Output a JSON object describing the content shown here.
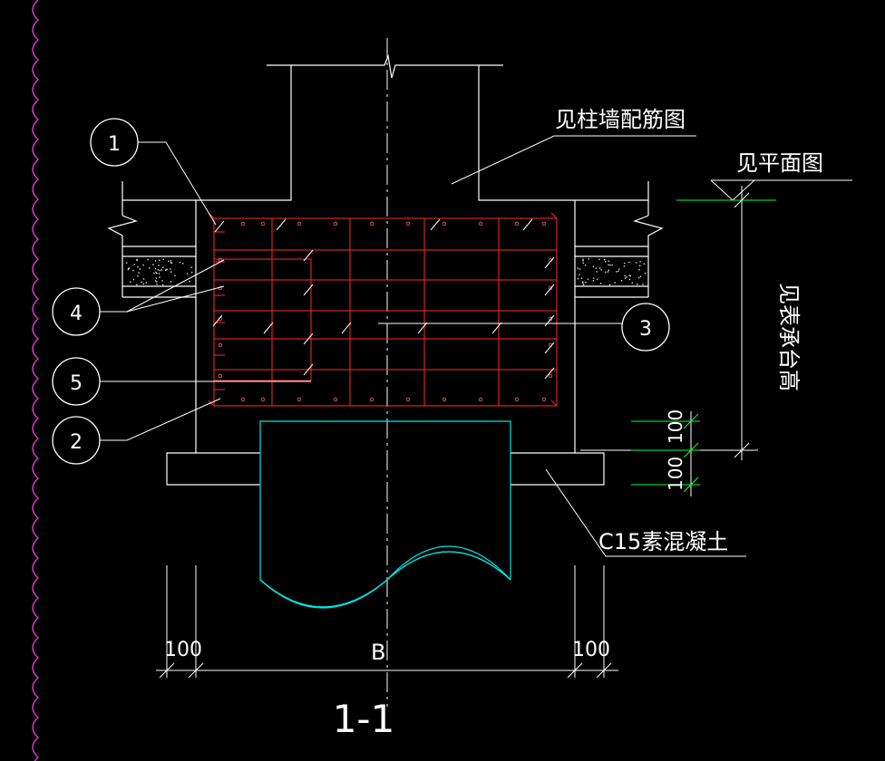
{
  "labels": {
    "column_wall_ref": "见柱墙配筋图",
    "plan_ref": "见平面图",
    "cap_height_ref": "见表承台高",
    "concrete": "C15素混凝土",
    "width": "B",
    "section": "1-1"
  },
  "callouts": [
    "1",
    "4",
    "5",
    "2",
    "3"
  ],
  "dimensions": {
    "left_offset": "100",
    "right_offset": "100",
    "vertical_upper": "100",
    "vertical_lower": "100"
  },
  "colors": {
    "background": "#000000",
    "lines": "#ffffff",
    "rebar": "#ff2a2a",
    "pile": "#00e5e5",
    "dim_tick": "#00ff40",
    "margin_wave": "#d23ad2"
  }
}
